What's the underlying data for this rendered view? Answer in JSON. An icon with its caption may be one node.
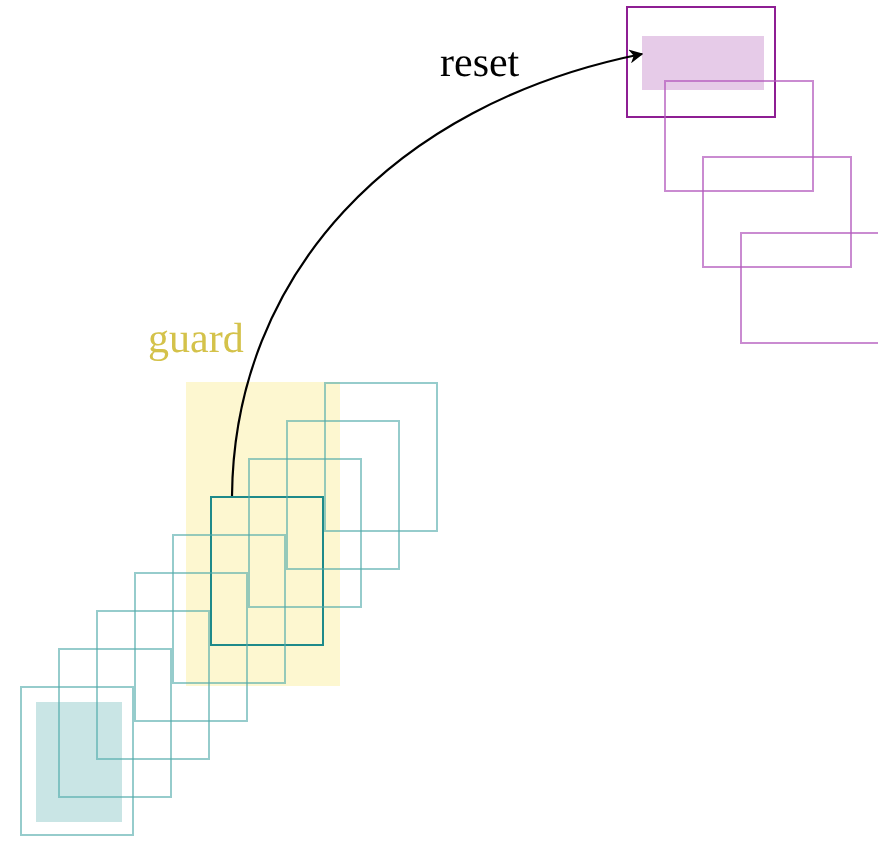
{
  "diagram": {
    "nodes": [
      {
        "text": [
          "guard"
        ]
      },
      {
        "text": [],
        "shape": "box"
      },
      {
        "text": [],
        "shape": "box"
      },
      {
        "text": [],
        "shape": "box"
      },
      {
        "text": [],
        "shape": "box"
      },
      {
        "text": [],
        "shape": "box"
      },
      {
        "text": [],
        "shape": "box",
        "in": 0
      },
      {
        "text": [],
        "shape": "box"
      },
      {
        "text": [],
        "shape": "box"
      },
      {
        "text": [],
        "shape": "box"
      },
      {
        "text": [],
        "shape": "box",
        "in": 1
      },
      {
        "text": [],
        "shape": "box"
      },
      {
        "text": [],
        "shape": "box"
      },
      {
        "text": [],
        "shape": "box"
      },
      {
        "text": [],
        "shape": "box"
      },
      {
        "text": [],
        "shape": "box",
        "in": 11
      }
    ],
    "edges": [
      {
        "from": 6,
        "to": 15,
        "arrow": "to",
        "label": "reset"
      }
    ]
  }
}
